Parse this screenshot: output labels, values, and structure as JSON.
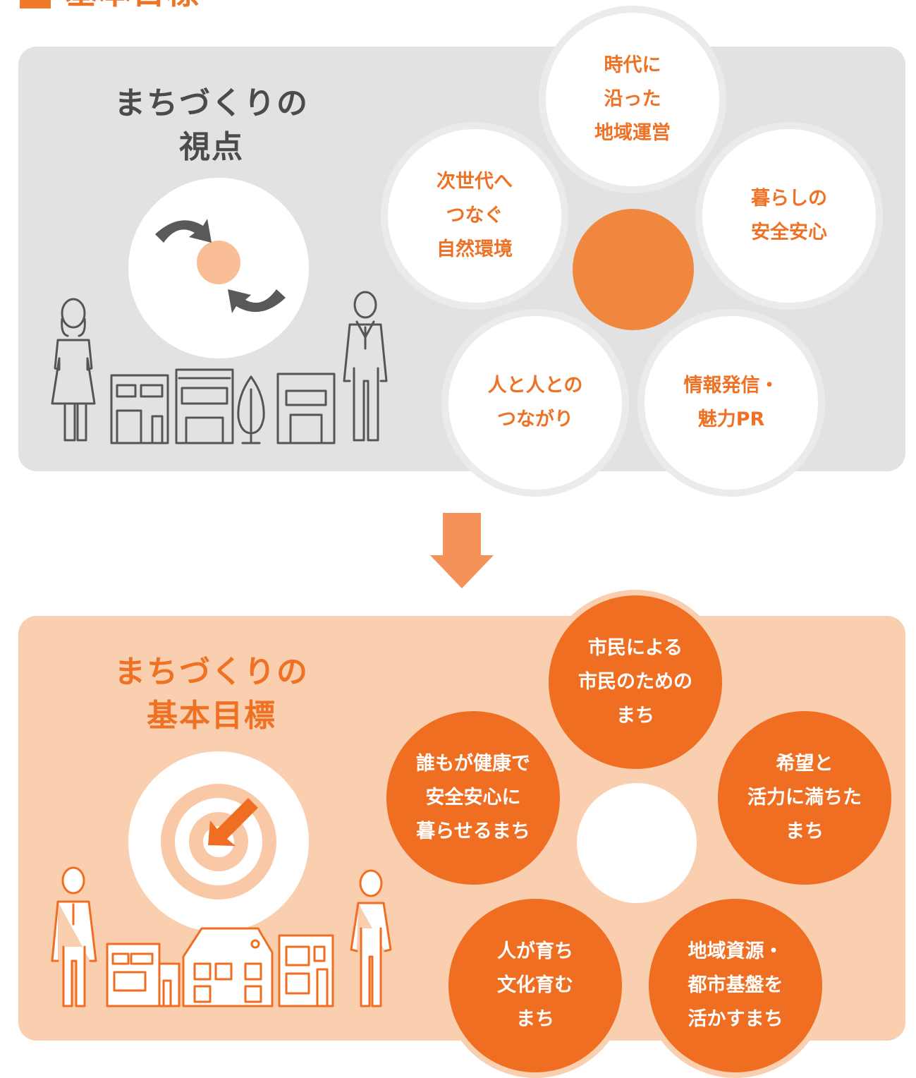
{
  "header": {
    "title": "基本目標"
  },
  "viewpoint_panel": {
    "title_line1": "まちづくりの",
    "title_line2": "視点",
    "items": [
      {
        "label": "時代に\n沿った\n地域運営"
      },
      {
        "label": "次世代へ\nつなぐ\n自然環境"
      },
      {
        "label": "暮らしの\n安全安心"
      },
      {
        "label": "人と人との\nつながり"
      },
      {
        "label": "情報発信・\n魅力PR"
      }
    ]
  },
  "goals_panel": {
    "title_line1": "まちづくりの",
    "title_line2": "基本目標",
    "items": [
      {
        "label": "市民による\n市民のための\nまち"
      },
      {
        "label": "誰もが健康で\n安全安心に\n暮らせるまち"
      },
      {
        "label": "希望と\n活力に満ちた\nまち"
      },
      {
        "label": "人が育ち\n文化育む\nまち"
      },
      {
        "label": "地域資源・\n都市基盤を\n活かすまち"
      }
    ]
  },
  "colors": {
    "accent_orange": "#f06e22",
    "light_orange": "#f9cfb0",
    "panel_gray": "#e2e2e3",
    "dark_text": "#4b4b4c"
  }
}
